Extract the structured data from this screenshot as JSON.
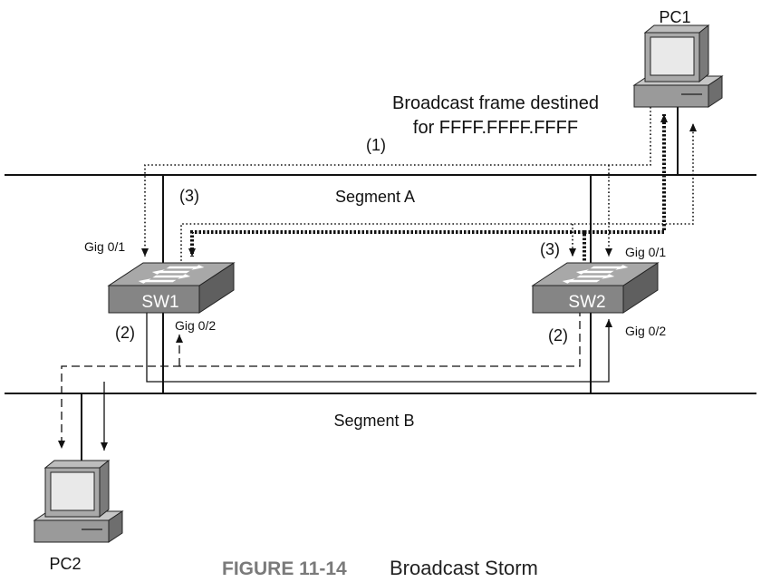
{
  "devices": {
    "pc1": "PC1",
    "pc2": "PC2",
    "sw1": "SW1",
    "sw2": "SW2"
  },
  "segments": {
    "a": "Segment A",
    "b": "Segment B"
  },
  "annotation": {
    "line1": "Broadcast frame destined",
    "line2": "for FFFF.FFFF.FFFF"
  },
  "steps": {
    "step1": "(1)",
    "step2_sw1": "(2)",
    "step2_sw2": "(2)",
    "step3_sw1": "(3)",
    "step3_sw2": "(3)"
  },
  "ports": {
    "sw1_gig01": "Gig 0/1",
    "sw1_gig02": "Gig 0/2",
    "sw2_gig01": "Gig 0/1",
    "sw2_gig02": "Gig 0/2"
  },
  "caption": {
    "number": "FIGURE 11-14",
    "title": "Broadcast Storm"
  },
  "icons": {
    "pc": "pc-icon",
    "switch": "switch-icon",
    "arrow": "arrowhead-icon"
  },
  "colors": {
    "line": "#111111",
    "switch_body": "#858585",
    "caption_number": "#7a7a7a"
  }
}
